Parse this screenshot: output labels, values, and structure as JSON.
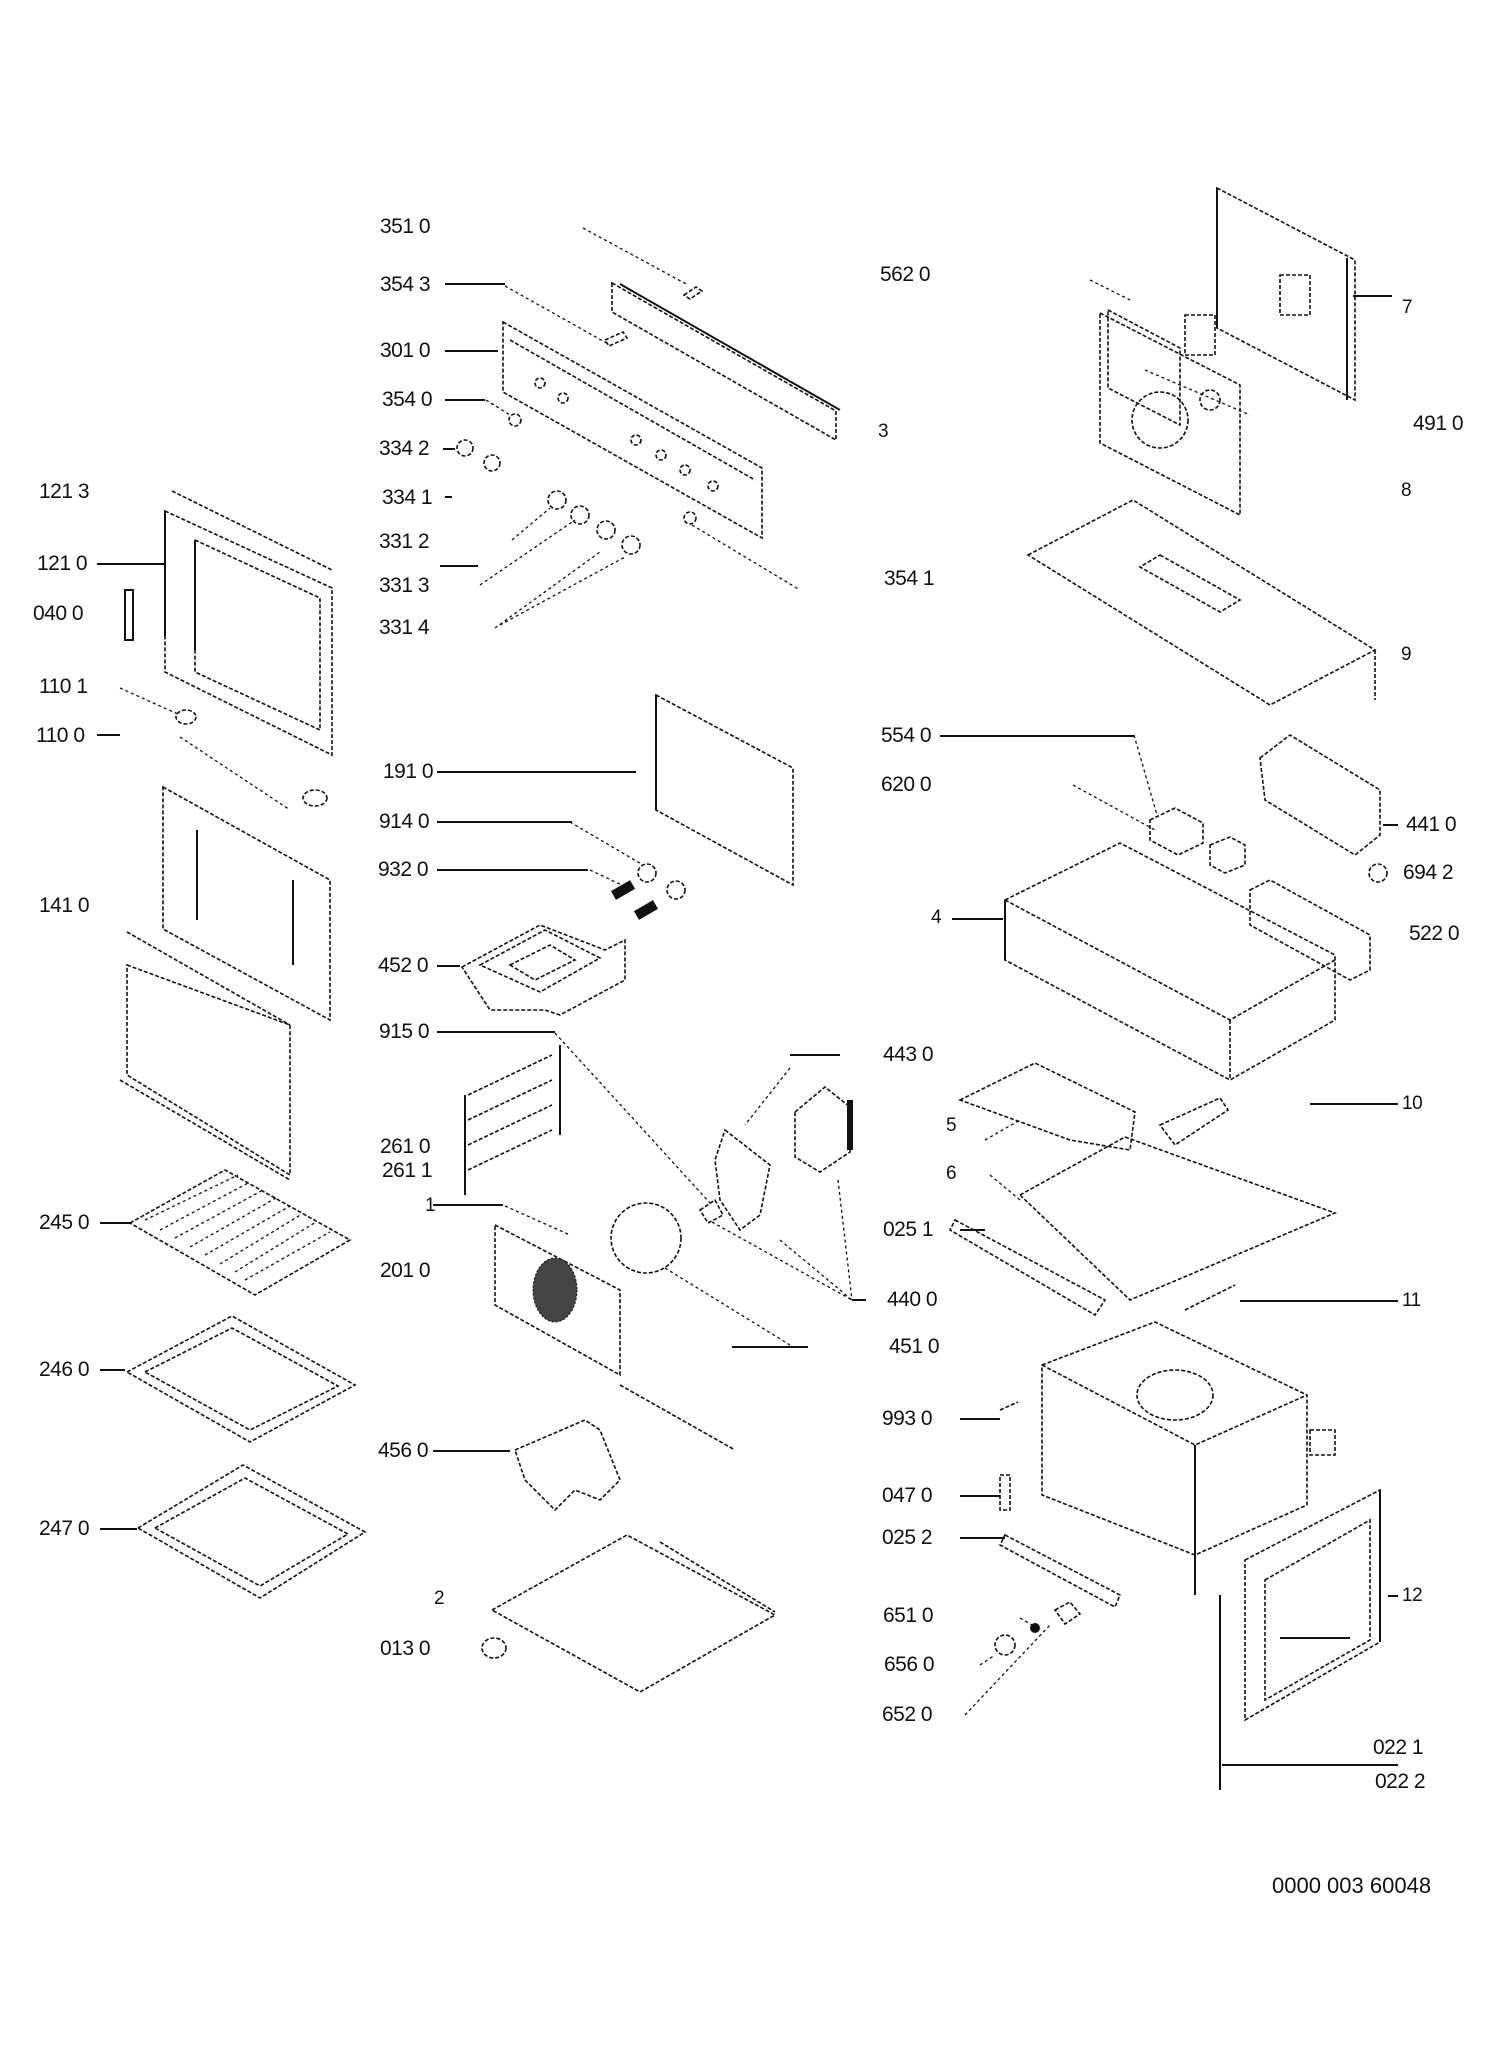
{
  "diagram": {
    "type": "exploded parts diagram",
    "subject": "built-in oven",
    "document_code": "0000 003 60048",
    "labels": {
      "p3510": "351 0",
      "p3543": "354 3",
      "p3010": "301 0",
      "p3540": "354 0",
      "p3342": "334 2",
      "p3341": "334 1",
      "p3312": "331 2",
      "p3313": "331 3",
      "p3314": "331 4",
      "p1213": "121 3",
      "p1210": "121 0",
      "p0400": "040 0",
      "p1101": "110 1",
      "p1100": "110 0",
      "p1410": "141 0",
      "p2450": "245 0",
      "p2460": "246 0",
      "p2470": "247 0",
      "p1910": "191 0",
      "p9140": "914 0",
      "p9320": "932 0",
      "p4520": "452 0",
      "p9150": "915 0",
      "p2610": "261 0",
      "p2611": "261 1",
      "g1": "1",
      "p2010": "201 0",
      "p4560": "456 0",
      "g2": "2",
      "p0130": "013 0",
      "p4430": "443 0",
      "p4400": "440 0",
      "p4510": "451 0",
      "p5620": "562 0",
      "g7": "7",
      "g3": "3",
      "p4910": "491 0",
      "g8": "8",
      "p3541": "354 1",
      "g9": "9",
      "p5540": "554 0",
      "p6200": "620 0",
      "p4410": "441 0",
      "p6942": "694 2",
      "g4": "4",
      "p5220": "522 0",
      "g5": "5",
      "g6": "6",
      "g10": "10",
      "p0251": "025 1",
      "g11": "11",
      "p9930": "993 0",
      "p0470": "047 0",
      "p0252": "025 2",
      "g12": "12",
      "p6510": "651 0",
      "p6560": "656 0",
      "p6520": "652 0",
      "p0221": "022 1",
      "p0222": "022 2"
    }
  }
}
